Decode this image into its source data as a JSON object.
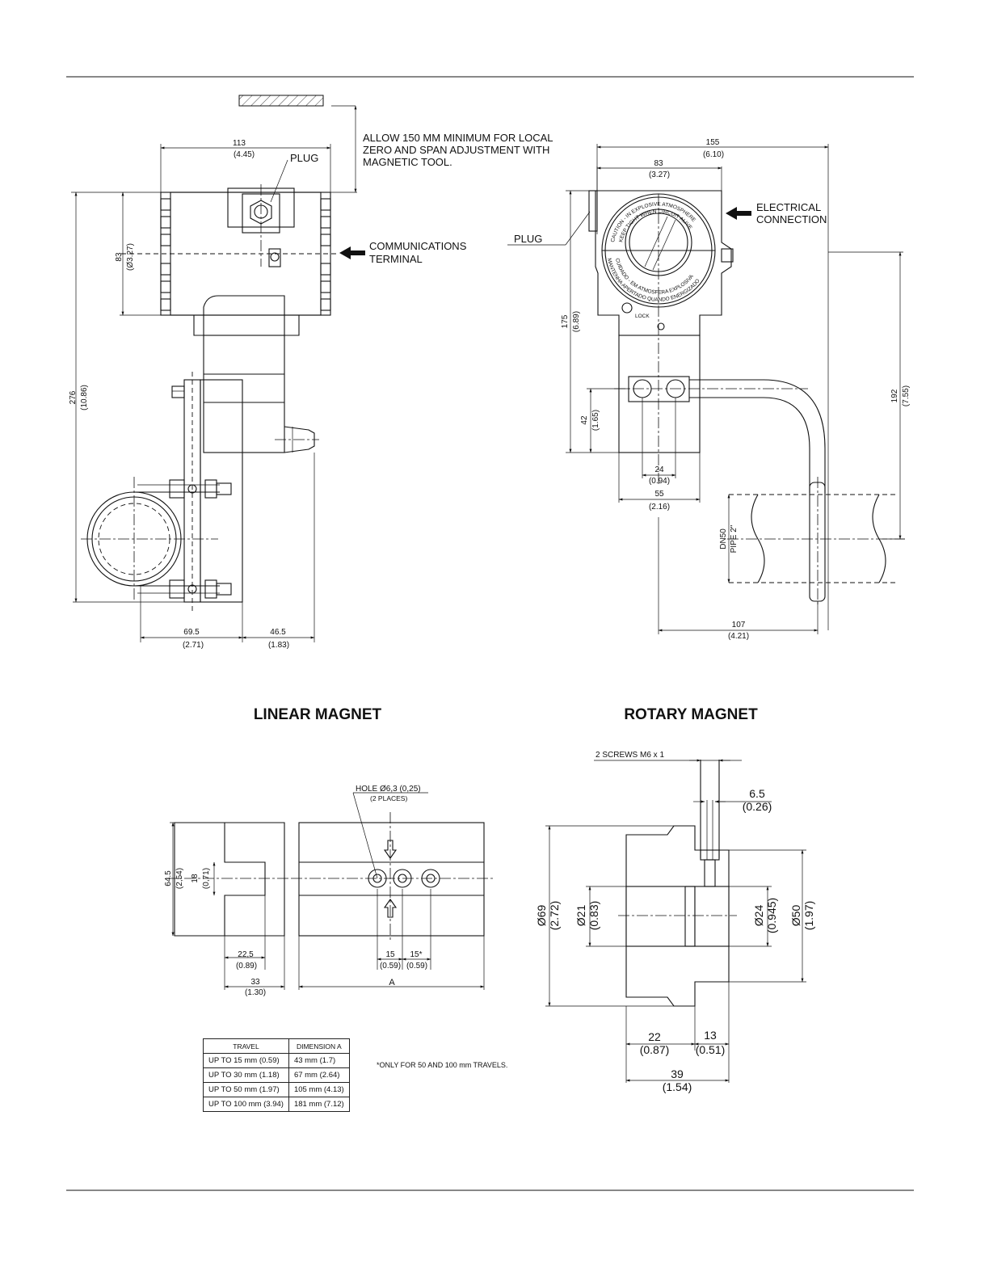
{
  "labels": {
    "allow_1": "ALLOW 150 MM MINIMUM FOR LOCAL",
    "allow_2": "ZERO AND SPAN ADJUSTMENT WITH",
    "allow_3": "MAGNETIC TOOL.",
    "plug_left": "PLUG",
    "comm_1": "COMMUNICATIONS",
    "comm_2": "TERMINAL",
    "plug_right": "PLUG",
    "elec_1": "ELECTRICAL",
    "elec_2": "CONNECTION",
    "pipe_1": "DN50",
    "pipe_2": "PIPE 2\"",
    "lock": "LOCK"
  },
  "caution": {
    "top_line1": "CAUTION - IN EXPLOSIVE ATMOSPHERE",
    "top_line2": "KEEP TIGHT WHEN CIRCUIT ALIVE",
    "bottom_line1": "CUIDADO - EM ATMOSFERA EXPLOSIVA",
    "bottom_line2": "MANTENHA APERTADO QUANDO ENERGIZADO"
  },
  "dims_left": {
    "w113": "113",
    "w113_in": "(4.45)",
    "h83": "83",
    "h83_in": "(Ø3.27)",
    "h276": "276",
    "h276_in": "(10.86)",
    "w695": "69.5",
    "w695_in": "(2.71)",
    "w465": "46.5",
    "w465_in": "(1.83)"
  },
  "dims_right": {
    "w155": "155",
    "w155_in": "(6.10)",
    "w83": "83",
    "w83_in": "(3.27)",
    "h175": "175",
    "h175_in": "(6.89)",
    "h42": "42",
    "h42_in": "(1.65)",
    "w24": "24",
    "w24_in": "(0.94)",
    "w55": "55",
    "w55_in": "(2.16)",
    "h192": "192",
    "h192_in": "(7.55)",
    "w107": "107",
    "w107_in": "(4.21)"
  },
  "titles": {
    "linear": "LINEAR MAGNET",
    "rotary": "ROTARY MAGNET"
  },
  "linear": {
    "hole_1": "HOLE Ø6,3  (0,25)",
    "hole_2": "(2 PLACES)",
    "h645": "64.5",
    "h645_in": "(2,54)",
    "h18": "18",
    "h18_in": "(0,71)",
    "w225": "22,5",
    "w225_in": "(0.89)",
    "w33": "33",
    "w33_in": "(1.30)",
    "w15": "15",
    "w15_in": "(0.59)",
    "w15s": "15*",
    "w15s_in": "(0.59)",
    "dimA": "A"
  },
  "rotary": {
    "screws": "2 SCREWS M6 x 1",
    "d65": "6.5",
    "d65_in": "(0.26)",
    "d69": "Ø69",
    "d69_in": "(2.72)",
    "d21": "Ø21",
    "d21_in": "(0.83)",
    "d24": "Ø24",
    "d24_in": "(0.945)",
    "d50": "Ø50",
    "d50_in": "(1.97)",
    "w22": "22",
    "w22_in": "(0.87)",
    "w13": "13",
    "w13_in": "(0.51)",
    "w39": "39",
    "w39_in": "(1.54)"
  },
  "table": {
    "headers": [
      "TRAVEL",
      "DIMENSION A"
    ],
    "rows": [
      [
        "UP TO 15 mm (0.59)",
        "43 mm (1.7)"
      ],
      [
        "UP TO 30 mm (1.18)",
        "67 mm (2.64)"
      ],
      [
        "UP TO 50 mm (1.97)",
        "105 mm (4.13)"
      ],
      [
        "UP TO 100 mm (3.94)",
        "181 mm (7.12)"
      ]
    ],
    "note": "*ONLY FOR 50 AND 100 mm TRAVELS."
  }
}
